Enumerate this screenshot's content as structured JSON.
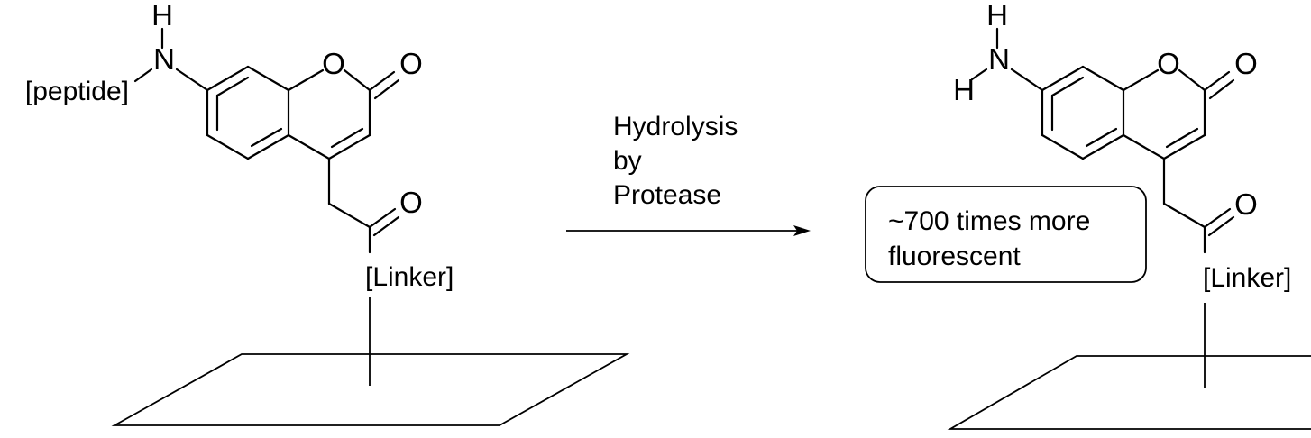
{
  "reactant": {
    "substituent_label": "[peptide]",
    "amine_n": "N",
    "amine_h": "H",
    "ring_o": "O",
    "carbonyl_o": "O",
    "side_chain_o": "O",
    "linker_label": "[Linker]"
  },
  "reaction": {
    "condition_line1": "Hydrolysis",
    "condition_line2": "by",
    "condition_line3": "Protease"
  },
  "callout": {
    "line1": "~700 times more",
    "line2": "fluorescent"
  },
  "product": {
    "amine_n": "N",
    "amine_h_top": "H",
    "amine_h_left": "H",
    "ring_o": "O",
    "carbonyl_o": "O",
    "side_chain_o": "O",
    "linker_label": "[Linker]"
  }
}
